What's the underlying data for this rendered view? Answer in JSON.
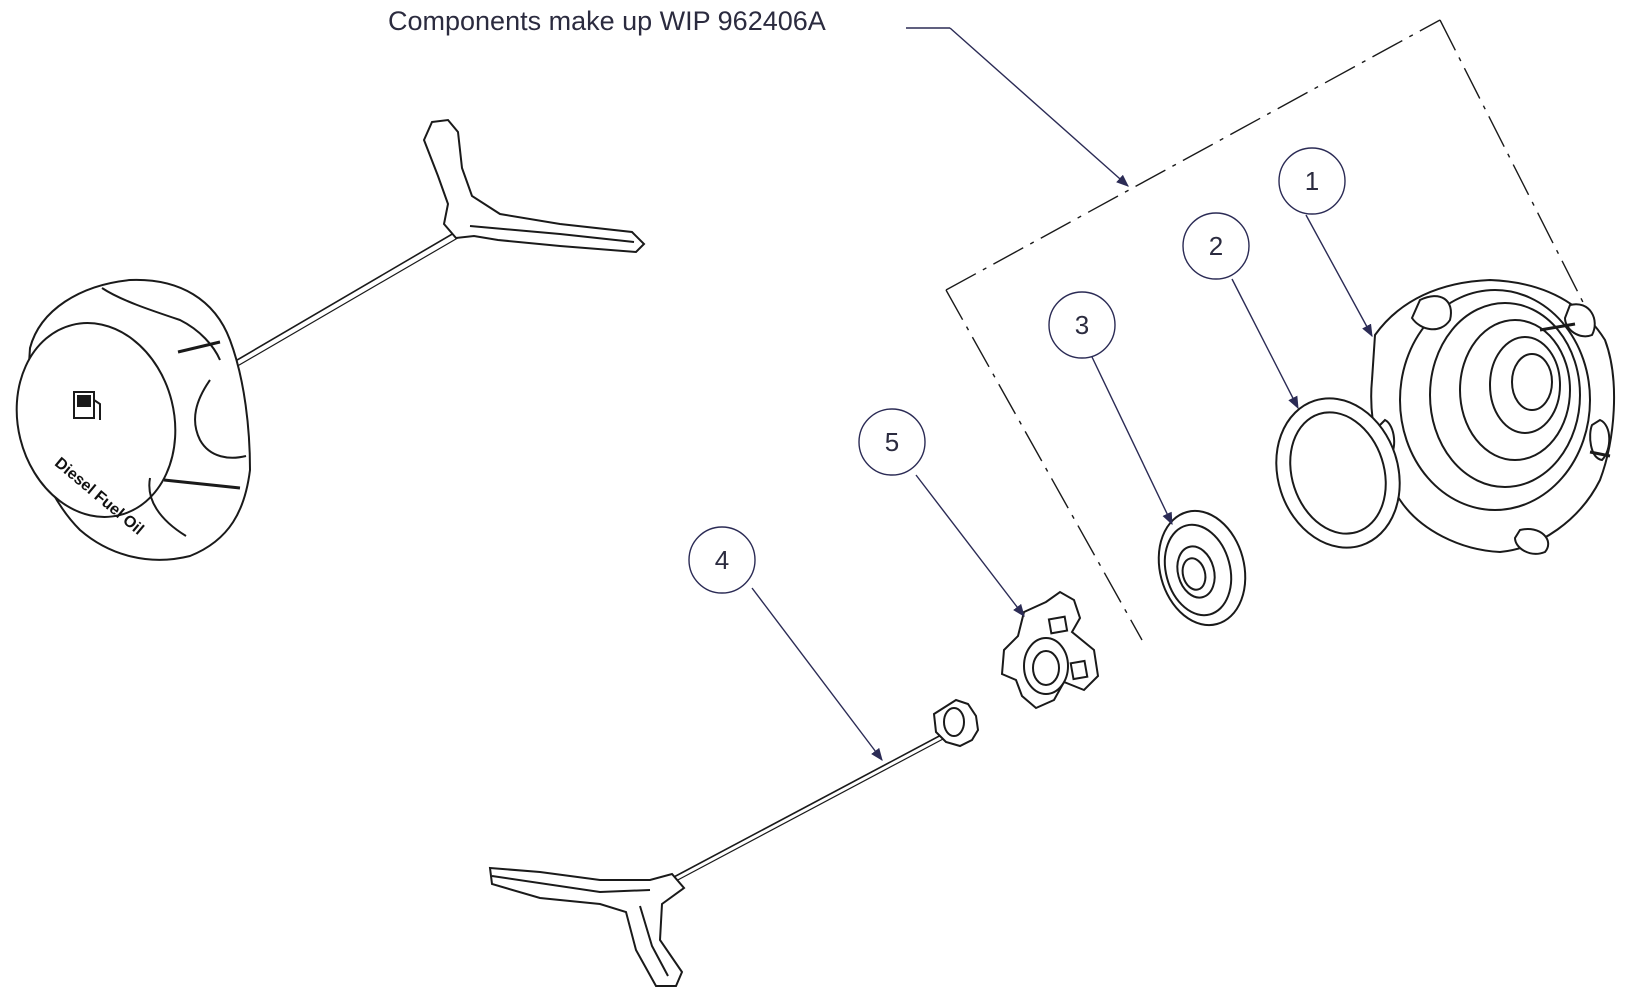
{
  "header": {
    "note": "Components make up WIP 962406A"
  },
  "balloons": [
    {
      "id": "balloon-1",
      "label": "1"
    },
    {
      "id": "balloon-2",
      "label": "2"
    },
    {
      "id": "balloon-3",
      "label": "3"
    },
    {
      "id": "balloon-4",
      "label": "4"
    },
    {
      "id": "balloon-5",
      "label": "5"
    }
  ],
  "cap_logo": {
    "label": "Diesel Fuel Oil"
  },
  "colors": {
    "line": "#1a1a1a",
    "leader": "#2b2b55",
    "text": "#2b2b3f",
    "fill": "#ffffff"
  }
}
